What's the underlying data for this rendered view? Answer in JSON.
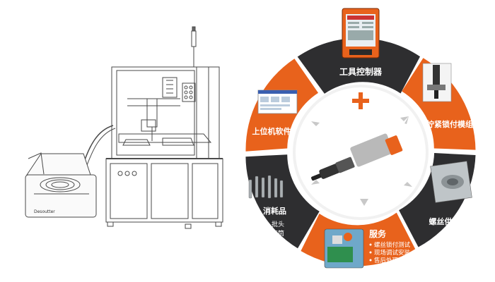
{
  "colors": {
    "orange": "#E8621C",
    "dark": "#2E2E30",
    "inner_ring": "#F1F1F1",
    "line": "#4A4A4A"
  },
  "logo_text": "Desoutter",
  "icons": [
    "plus-icon",
    "arrow-icon",
    "tightening-tool-icon",
    "controller-icon",
    "software-window-icon",
    "screw-feeder-icon",
    "bits-icon",
    "service-photo-icon"
  ],
  "segments": {
    "controller": {
      "label": "工具控制器"
    },
    "module": {
      "label": "拧紧锁付模组"
    },
    "feeder": {
      "label": "螺丝供料器"
    },
    "service": {
      "label": "服务",
      "items": [
        "螺丝锁付测试",
        "现场调试安装",
        "售后处理"
      ]
    },
    "consumables": {
      "label": "消耗品",
      "items": [
        "批头",
        "套筒"
      ]
    },
    "software": {
      "label": "上位机软件"
    }
  }
}
